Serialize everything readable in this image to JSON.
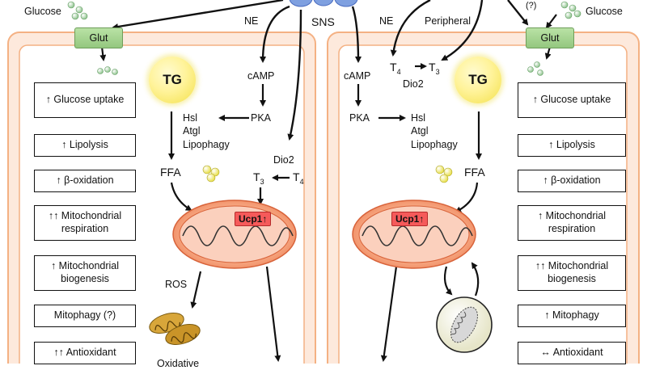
{
  "top": {
    "sns": "SNS",
    "ne_left": "NE",
    "ne_right": "NE",
    "peripheral": "Peripheral",
    "question": "(?)",
    "glucose_left": "Glucose",
    "glucose_right": "Glucose"
  },
  "left_cell": {
    "glut": "Glut",
    "tg": "TG",
    "camp": "cAMP",
    "pka": "PKA",
    "hsl_group": [
      "Hsl",
      "Atgl",
      "Lipophagy"
    ],
    "ffa": "FFA",
    "dio2": "Dio2",
    "t3": "T",
    "t3_sub": "3",
    "t4": "T",
    "t4_sub": "4",
    "ucp1": "Ucp1↑",
    "ros": "ROS",
    "oxidative": "Oxidative",
    "effects": [
      "↑ Glucose uptake",
      "↑ Lipolysis",
      "↑ β-oxidation",
      "↑↑ Mitochondrial respiration",
      "↑ Mitochondrial biogenesis",
      "Mitophagy (?)",
      "↑↑ Antioxidant"
    ]
  },
  "right_cell": {
    "glut": "Glut",
    "tg": "TG",
    "camp": "cAMP",
    "pka": "PKA",
    "hsl_group": [
      "Hsl",
      "Atgl",
      "Lipophagy"
    ],
    "ffa": "FFA",
    "dio2": "Dio2",
    "t4": "T",
    "t4_sub": "4",
    "t3": "T",
    "t3_sub": "3",
    "ucp1": "Ucp1↑",
    "effects": [
      "↑ Glucose uptake",
      "↑ Lipolysis",
      "↑ β-oxidation",
      "↑ Mitochondrial respiration",
      "↑↑ Mitochondrial biogenesis",
      "↑ Mitophagy",
      "↔ Antioxidant"
    ]
  },
  "colors": {
    "cell_border": "#f4b183",
    "cell_fill": "#fde9dc",
    "inner_fill": "#ffffff",
    "glut": "#a6d48f",
    "tg": "#fff176",
    "mito": "#f6a57f",
    "ucp": "#f55a5a"
  }
}
